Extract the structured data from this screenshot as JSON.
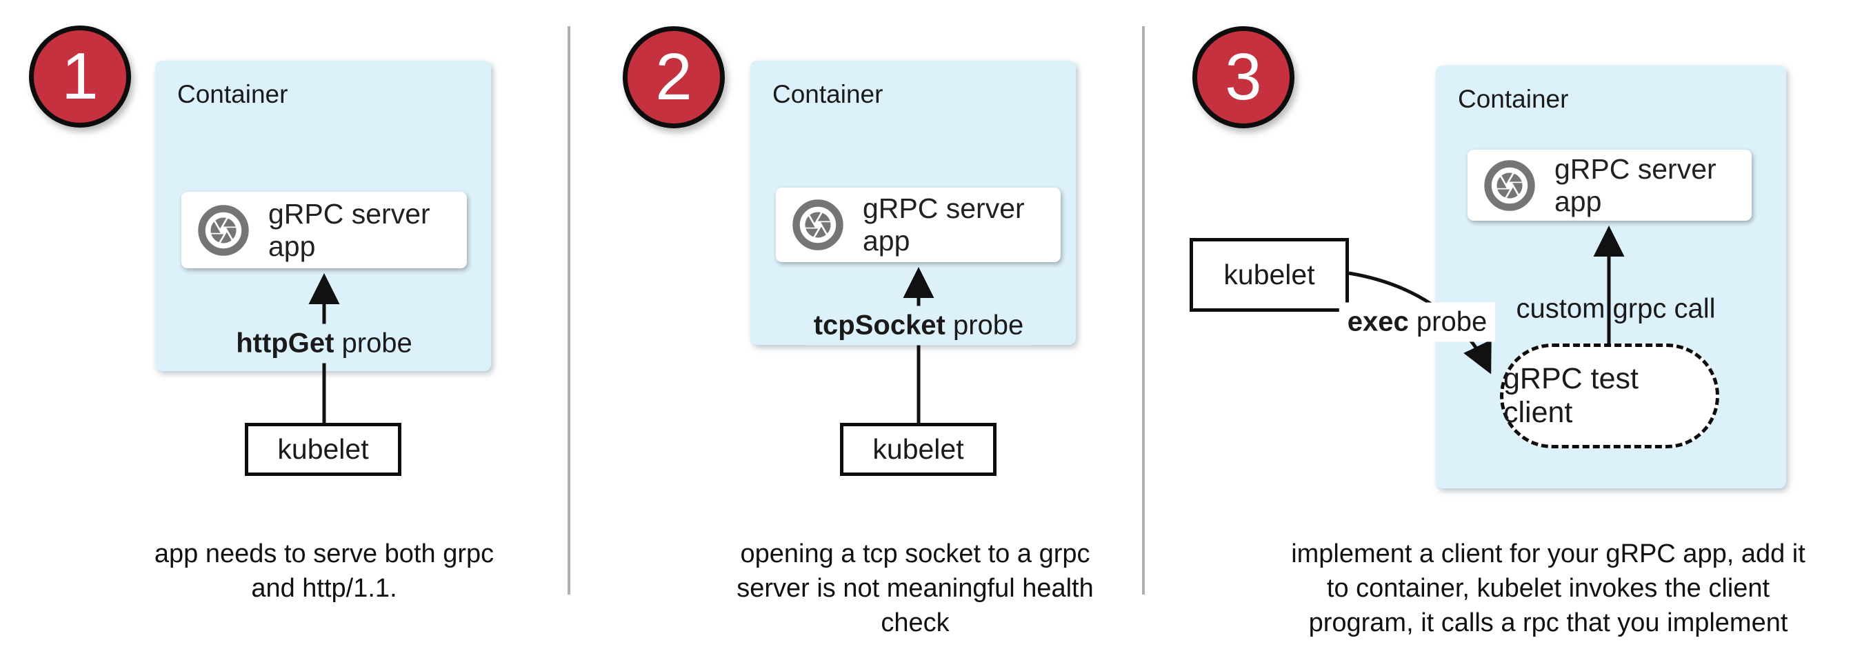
{
  "colors": {
    "container_fill": "#ddf1fb",
    "badge_red": "#c5313f",
    "badge_border": "#0d0d0d",
    "icon_gray": "#757575",
    "divider_gray": "#b0b0b0",
    "arrow_black": "#111111"
  },
  "panels": [
    {
      "number": "1",
      "container_label": "Container",
      "app_box_label": "gRPC server app",
      "probe_bold": "httpGet",
      "probe_rest": " probe",
      "kubelet_label": "kubelet",
      "caption_lines": [
        "app needs to serve both grpc",
        "and http/1.1."
      ]
    },
    {
      "number": "2",
      "container_label": "Container",
      "app_box_label": "gRPC server app",
      "probe_bold": "tcpSocket",
      "probe_rest": " probe",
      "kubelet_label": "kubelet",
      "caption_lines": [
        "opening a tcp socket to a grpc",
        "server is not meaningful health",
        "check"
      ]
    },
    {
      "number": "3",
      "container_label": "Container",
      "app_box_label": "gRPC server app",
      "probe_bold": "exec",
      "probe_rest": " probe",
      "kubelet_label": "kubelet",
      "test_client_label": "gRPC test client",
      "call_label": "custom grpc call",
      "caption_lines": [
        "implement a client for your gRPC app, add it",
        "to container, kubelet invokes the client",
        "program, it calls a rpc that you implement"
      ]
    }
  ]
}
